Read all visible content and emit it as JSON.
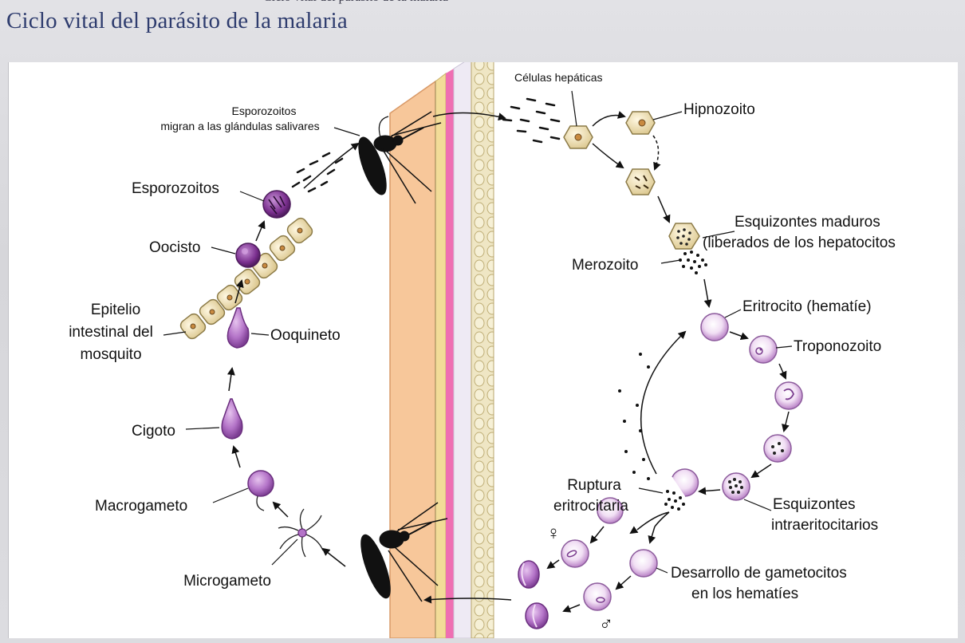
{
  "header": {
    "cut_text": "Ciclo vital del parásito de la malaria",
    "title": "Ciclo vital del parásito de la malaria"
  },
  "labels": {
    "celulas_hepaticas": "Células hepáticas",
    "esporozoitos_migran_1": "Esporozoitos",
    "esporozoitos_migran_2": "migran a las glándulas salivares",
    "hipnozoito": "Hipnozoito",
    "esporozoitos": "Esporozoitos",
    "oocisto": "Oocisto",
    "epitelio_1": "Epitelio",
    "epitelio_2": "intestinal del",
    "epitelio_3": "mosquito",
    "ooquineto": "Ooquineto",
    "esquizontes_maduros_1": "Esquizontes maduros",
    "esquizontes_maduros_2": "(liberados de los hepatocitos",
    "merozoito": "Merozoito",
    "eritrocito": "Eritrocito (hematíe)",
    "troponozoito": "Troponozoito",
    "cigoto": "Cigoto",
    "macrogameto": "Macrogameto",
    "ruptura_1": "Ruptura",
    "ruptura_2": "eritrocitaria",
    "esquizontes_intra_1": "Esquizontes",
    "esquizontes_intra_2": "intraeritocitarios",
    "desarrollo_1": "Desarrollo de gametocitos",
    "desarrollo_2": "en los hematíes",
    "microgameto": "Microgameto",
    "female_symbol": "♀",
    "male_symbol": "♂"
  },
  "colors": {
    "title": "#2e3c6e",
    "skin": "#f7c79a",
    "skin_edge": "#e7a977",
    "pink_layer": "#ef6fb2",
    "cell_beige": "#f0e3b8",
    "purple": "#a15ab8",
    "purple_light": "#dcb6e6"
  }
}
